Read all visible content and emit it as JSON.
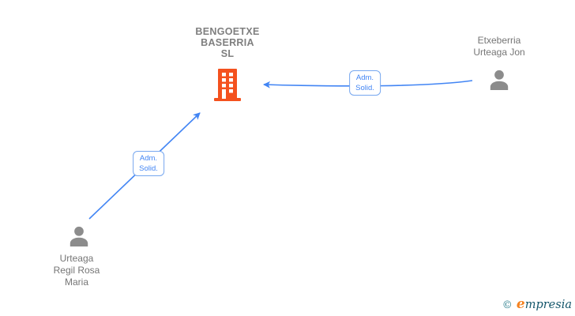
{
  "diagram": {
    "company": {
      "line1": "BENGOETXE",
      "line2": "BASERRIA",
      "line3": "SL",
      "icon": "building-icon"
    },
    "person_right": {
      "line1": "Etxeberria",
      "line2": "Urteaga Jon",
      "icon": "person-icon"
    },
    "person_left": {
      "line1": "Urteaga",
      "line2": "Regil Rosa",
      "line3": "Maria",
      "icon": "person-icon"
    },
    "edge_right": {
      "line1": "Adm.",
      "line2": "Solid.",
      "from": "Etxeberria Urteaga Jon",
      "to": "BENGOETXE BASERRIA SL"
    },
    "edge_left": {
      "line1": "Adm.",
      "line2": "Solid.",
      "from": "Urteaga Regil Rosa Maria",
      "to": "BENGOETXE BASERRIA SL"
    }
  },
  "footer": {
    "copyright": "©",
    "brand_e": "e",
    "brand_rest": "mpresia"
  },
  "colors": {
    "arrow": "#4285f4",
    "label_border": "#76a7ef",
    "label_text": "#4285f4",
    "company_text": "#7f7f7f",
    "person_text": "#757575",
    "building": "#f4511e",
    "person_icon": "#8c8c8c",
    "logo_copyright": "#2e7f8e",
    "logo_e": "#f58220",
    "logo_rest": "#14566b"
  }
}
